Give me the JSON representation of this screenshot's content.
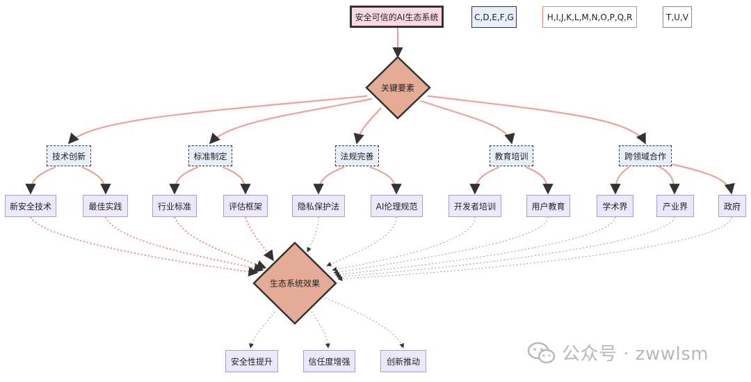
{
  "nodes": {
    "root": "安全可信的AI生态系统",
    "legend_c": "C,D,E,F,G",
    "legend_h": "H,I,J,K,L,M,N,O,P,Q,R",
    "legend_t": "T,U,V",
    "key": "关键要素",
    "effect": "生态系统效果",
    "categories": [
      "技术创新",
      "标准制定",
      "法规完善",
      "教育培训",
      "跨领域合作"
    ],
    "leaves": [
      "新安全技术",
      "最佳实践",
      "行业标准",
      "评估框架",
      "隐私保护法",
      "AI伦理规范",
      "开发者培训",
      "用户教育",
      "学术界",
      "产业界",
      "政府"
    ],
    "outcomes": [
      "安全性提升",
      "信任度增强",
      "创新推动"
    ]
  },
  "watermark": {
    "icon": "wechat-icon",
    "text": "公众号 · zwwlsm"
  },
  "colors": {
    "edge_solid": "#f0a09a",
    "edge_dotted_red": "#ec8f86",
    "edge_dotted_gray": "#9a9a9a",
    "diamond_fill": "#e4ab96",
    "arrow": "#333333"
  }
}
